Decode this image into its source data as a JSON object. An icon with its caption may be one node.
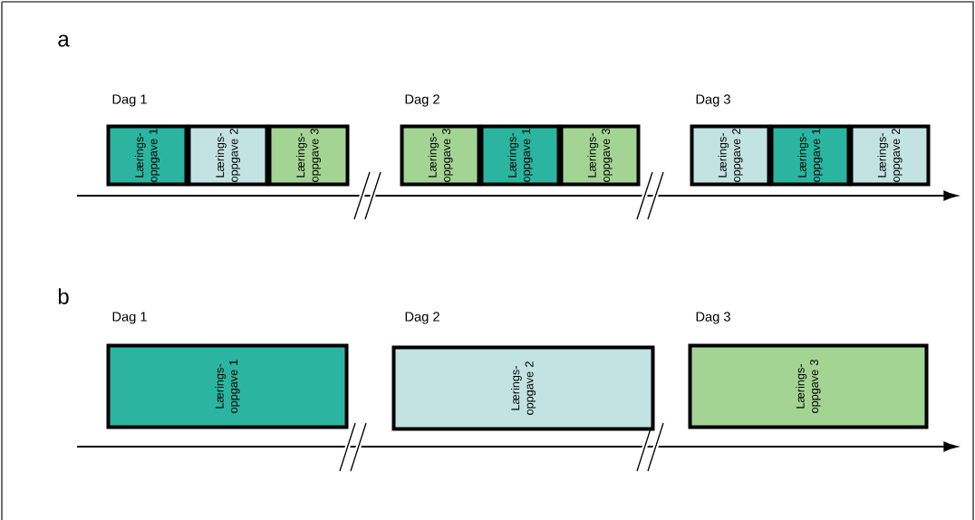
{
  "diagram": {
    "nodes": [
      {
        "text": [
          "Lærings- oppgave 1"
        ]
      },
      {
        "text": [
          "Lærings- oppgave 2"
        ]
      },
      {
        "text": [
          "Lærings- oppgave 3"
        ]
      },
      {
        "text": [
          "Lærings- oppgave 3"
        ]
      },
      {
        "text": [
          "Lærings- oppgave 1"
        ]
      },
      {
        "text": [
          "Lærings- oppgave 3"
        ]
      },
      {
        "text": [
          "Lærings- oppgave 2"
        ]
      },
      {
        "text": [
          "Lærings- oppgave 1"
        ]
      },
      {
        "text": [
          "Lærings- oppgave 2"
        ]
      },
      {
        "text": [
          "Lærings- oppgave 1"
        ]
      },
      {
        "text": [
          "Lærings- oppgave 2"
        ]
      },
      {
        "text": [
          "Lærings- oppgave 3"
        ]
      }
    ],
    "labels": [
      "a",
      "Dag 1",
      "Dag 2",
      "Dag 3",
      "b",
      "Dag 1",
      "Dag 2",
      "Dag 3"
    ]
  }
}
